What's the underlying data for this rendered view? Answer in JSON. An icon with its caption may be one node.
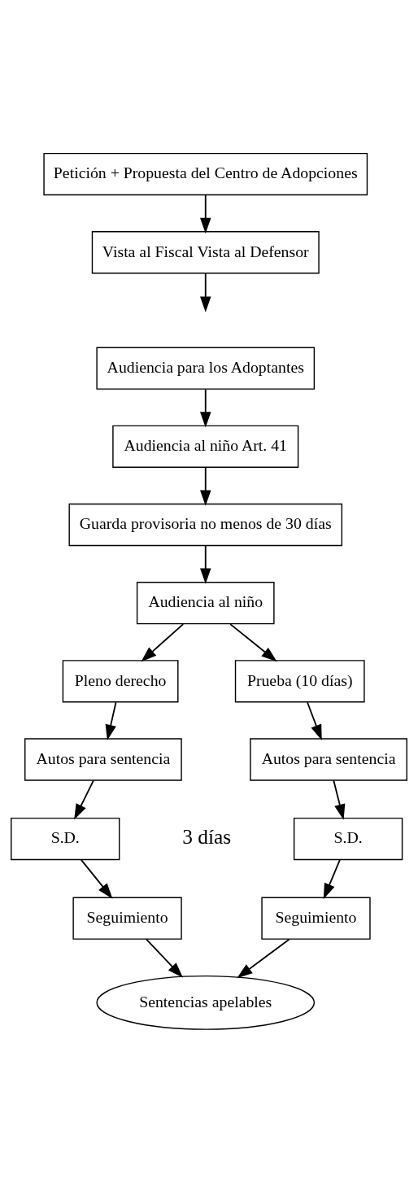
{
  "diagram": {
    "nodes": [
      {
        "text": [
          "Petición + Propuesta del Centro de Adopciones"
        ]
      },
      {
        "text": [
          "Vista al Fiscal Vista al Defensor"
        ]
      },
      {
        "text": [
          "Audiencia para los Adoptantes"
        ]
      },
      {
        "text": [
          "Audiencia al niño Art. 41"
        ]
      },
      {
        "text": [
          "Guarda provisoria no menos de 30 días"
        ]
      },
      {
        "text": [
          "Audiencia al niño"
        ]
      },
      {
        "text": [
          "Pleno derecho"
        ]
      },
      {
        "text": [
          "Prueba (10 días)"
        ]
      },
      {
        "text": [
          "Autos para sentencia"
        ]
      },
      {
        "text": [
          "Autos para sentencia"
        ]
      },
      {
        "text": [
          "S.D."
        ]
      },
      {
        "text": [
          "S.D."
        ]
      },
      {
        "text": [
          "Seguimiento"
        ]
      },
      {
        "text": [
          "Seguimiento"
        ]
      },
      {
        "text": [
          "Sentencias apelables"
        ]
      }
    ],
    "edges": [
      {
        "from": 0,
        "to": 1,
        "arrow": "to"
      },
      {
        "from": 1,
        "to": null,
        "arrow": "to"
      },
      {
        "from": 2,
        "to": 3,
        "arrow": "to"
      },
      {
        "from": 3,
        "to": 4,
        "arrow": "to"
      },
      {
        "from": 4,
        "to": 5,
        "arrow": "to"
      },
      {
        "from": 5,
        "to": 6,
        "arrow": "to"
      },
      {
        "from": 5,
        "to": 7,
        "arrow": "to"
      },
      {
        "from": 6,
        "to": 8,
        "arrow": "to"
      },
      {
        "from": 7,
        "to": 9,
        "arrow": "to"
      },
      {
        "from": 8,
        "to": 10,
        "arrow": "to"
      },
      {
        "from": 9,
        "to": 11,
        "arrow": "to"
      },
      {
        "from": 10,
        "to": 12,
        "arrow": "to"
      },
      {
        "from": 11,
        "to": 13,
        "arrow": "to"
      },
      {
        "from": 12,
        "to": 14,
        "arrow": "to"
      },
      {
        "from": 13,
        "to": 14,
        "arrow": "to"
      }
    ],
    "labels": [
      "3 días"
    ]
  }
}
